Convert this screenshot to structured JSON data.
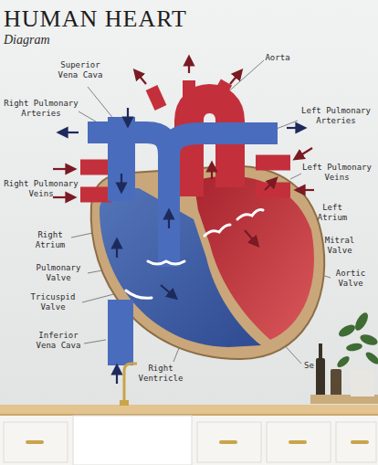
{
  "diagram": {
    "title": "HUMAN HEART",
    "labels": [
      "Diagram",
      "Superior Vena Cava",
      "Aorta",
      "Right Pulmonary Arteries",
      "Left Pulmonary Arteries",
      "Left Pulmonary Veins",
      "Right Pulmonary Veins",
      "Left Atrium",
      "Right Atrium",
      "Mitral Valve",
      "Pulmonary Valve",
      "Aortic Valve",
      "Tricuspid Valve",
      "Inferior Vena Cava",
      "Right Ventricle",
      "Se"
    ]
  }
}
